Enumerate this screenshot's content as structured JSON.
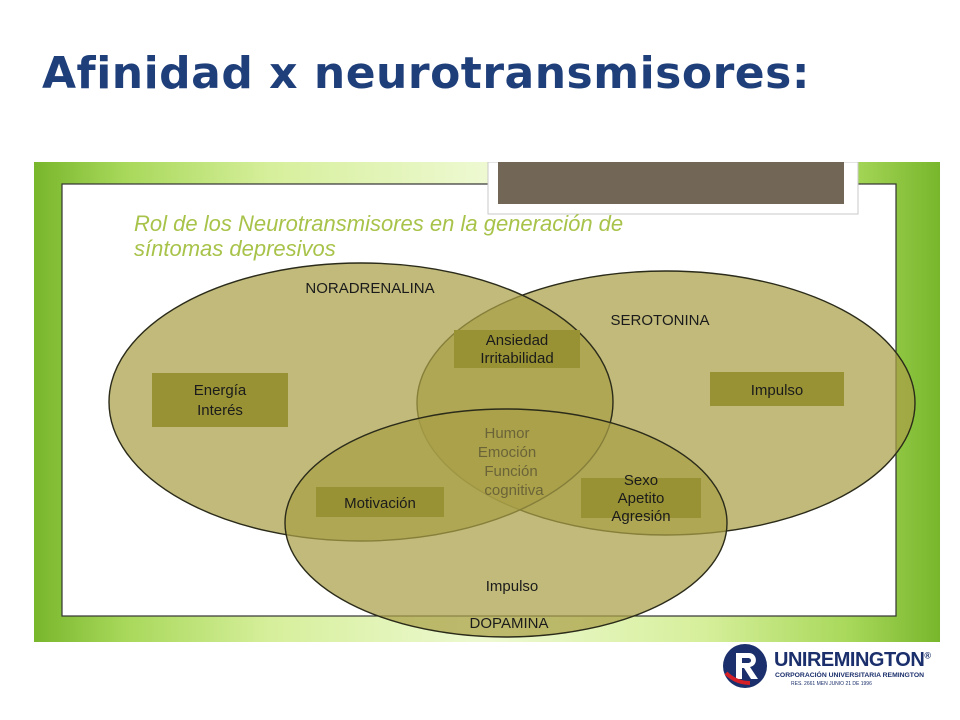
{
  "slide": {
    "title": "Afinidad x neurotransmisores:"
  },
  "diagram": {
    "title_line1": "Rol de los Neurotransmisores en la generación de",
    "title_line2": "síntomas depresivos",
    "sets": {
      "noradrenalina": "NORADRENALINA",
      "serotonina": "SEROTONINA",
      "dopamina": "DOPAMINA"
    },
    "regions": {
      "noradrenalina_only": [
        "Energía",
        "Interés"
      ],
      "serotonina_only": [
        "Impulso"
      ],
      "dopamina_only": [
        "Impulso"
      ],
      "noradrenalina_serotonina": [
        "Ansiedad",
        "Irritabilidad"
      ],
      "noradrenalina_dopamina": [
        "Motivación"
      ],
      "serotonina_dopamina": [
        "Sexo",
        "Apetito",
        "Agresión"
      ],
      "all_three": [
        "Humor",
        "Emoción",
        "Función",
        "cognitiva"
      ]
    },
    "colors": {
      "circle_fill": "#a9a046",
      "box_fill": "#989234",
      "title_text": "#a8c34a",
      "tab_fill": "#726757"
    }
  },
  "logo": {
    "brand": "UNIREMINGTON",
    "registered": "®",
    "subtitle": "CORPORACIÓN UNIVERSITARIA REMINGTON",
    "note": "RES. 2661 MEN JUNIO 21 DE 1996"
  }
}
